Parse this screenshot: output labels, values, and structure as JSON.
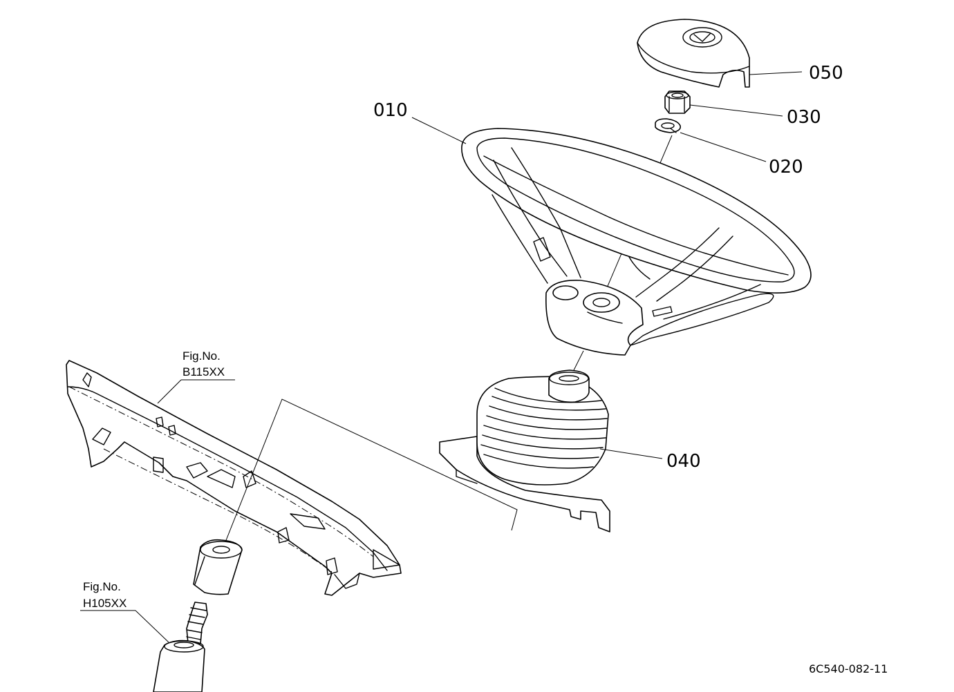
{
  "callouts": {
    "c010": "010",
    "c020": "020",
    "c030": "030",
    "c040": "040",
    "c050": "050"
  },
  "figure_refs": {
    "panel": {
      "line1": "Fig.No.",
      "line2": "B115XX"
    },
    "shaft": {
      "line1": "Fig.No.",
      "line2": "H105XX"
    }
  },
  "drawing_number": "6C540-082-11"
}
